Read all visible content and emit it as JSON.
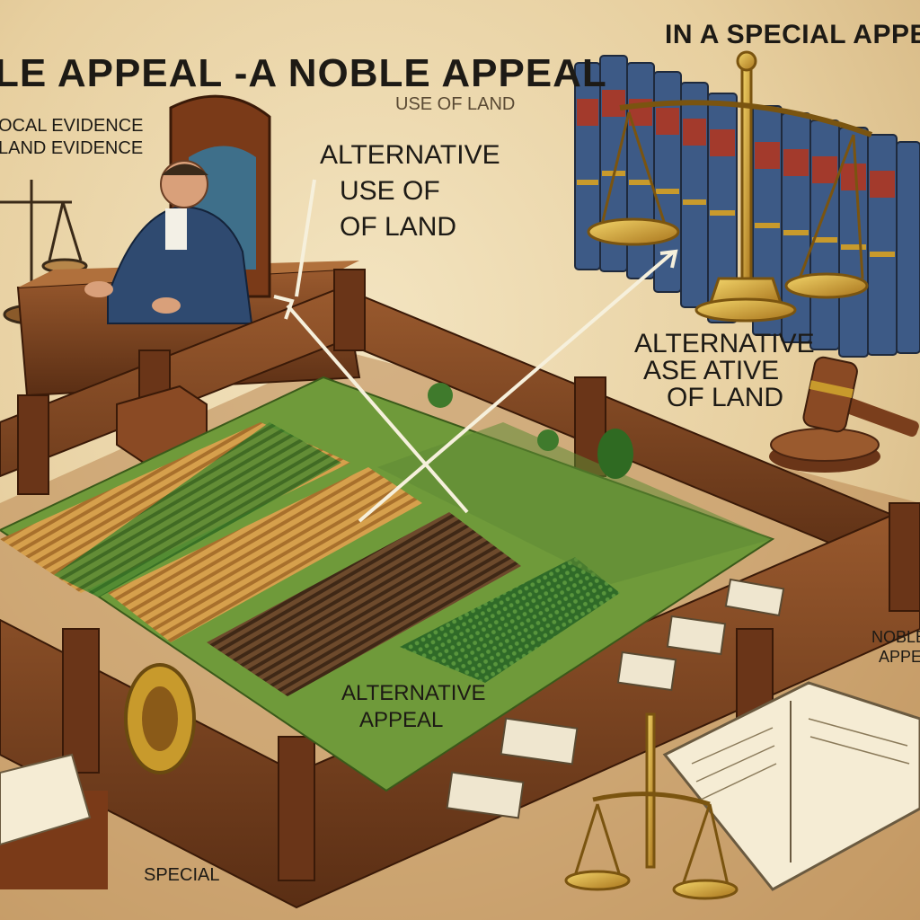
{
  "texts": {
    "title_left": "LE APPEAL -A NOBLE APPEAL",
    "title_right": "IN A SPECIAL APPEA",
    "use_of_land_top": "USE OF LAND",
    "local_evidence": "OCAL EVIDENCE",
    "land_evidence": "LAND EVIDENCE",
    "alt_use_1": "ALTERNATIVE",
    "alt_use_2": "USE OF",
    "alt_use_3": "OF LAND",
    "alt_right_1": "ALTERNATIVE",
    "alt_right_2": "ASE ATIVE",
    "alt_right_3": "OF LAND",
    "alt_appeal_1": "ALTERNATIVE",
    "alt_appeal_2": "APPEAL",
    "noble_appeal_1": "NOBLE",
    "noble_appeal_2": "APPE",
    "special": "SPECIAL"
  },
  "colors": {
    "parchment": "#e9d6ad",
    "wood_dark": "#5a2e14",
    "wood_mid": "#8a4a24",
    "grass": "#6f9a3a",
    "crop_green": "#3f7a2c",
    "crop_gold": "#c08a3a",
    "soil": "#5b3a22",
    "robe": "#2f4a70",
    "book_blue": "#3d5a86",
    "book_red": "#a33a2c",
    "brass": "#c89a2c"
  },
  "icons": [
    "scales-of-justice-icon",
    "gavel-icon",
    "book-stack-icon",
    "open-book-icon",
    "crest-emblem-icon",
    "arrow-icon"
  ]
}
